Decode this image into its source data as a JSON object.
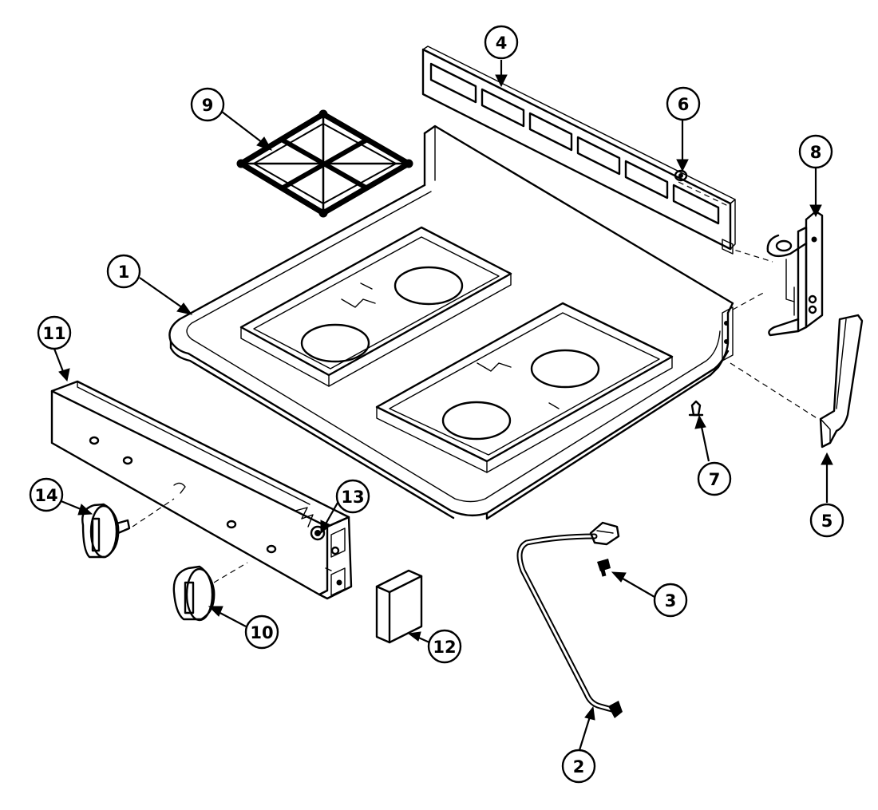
{
  "parts": [
    {
      "id": "1",
      "label": "1",
      "part": "cooktop"
    },
    {
      "id": "2",
      "label": "2",
      "part": "igniter-wire"
    },
    {
      "id": "3",
      "label": "3",
      "part": "screw"
    },
    {
      "id": "4",
      "label": "4",
      "part": "rear-trim-panel"
    },
    {
      "id": "5",
      "label": "5",
      "part": "side-trim"
    },
    {
      "id": "6",
      "label": "6",
      "part": "nut"
    },
    {
      "id": "7",
      "label": "7",
      "part": "clip"
    },
    {
      "id": "8",
      "label": "8",
      "part": "hinge-bracket"
    },
    {
      "id": "9",
      "label": "9",
      "part": "burner-grate"
    },
    {
      "id": "10",
      "label": "10",
      "part": "control-knob"
    },
    {
      "id": "11",
      "label": "11",
      "part": "control-panel"
    },
    {
      "id": "12",
      "label": "12",
      "part": "module-box"
    },
    {
      "id": "13",
      "label": "13",
      "part": "grommet"
    },
    {
      "id": "14",
      "label": "14",
      "part": "control-knob"
    }
  ]
}
